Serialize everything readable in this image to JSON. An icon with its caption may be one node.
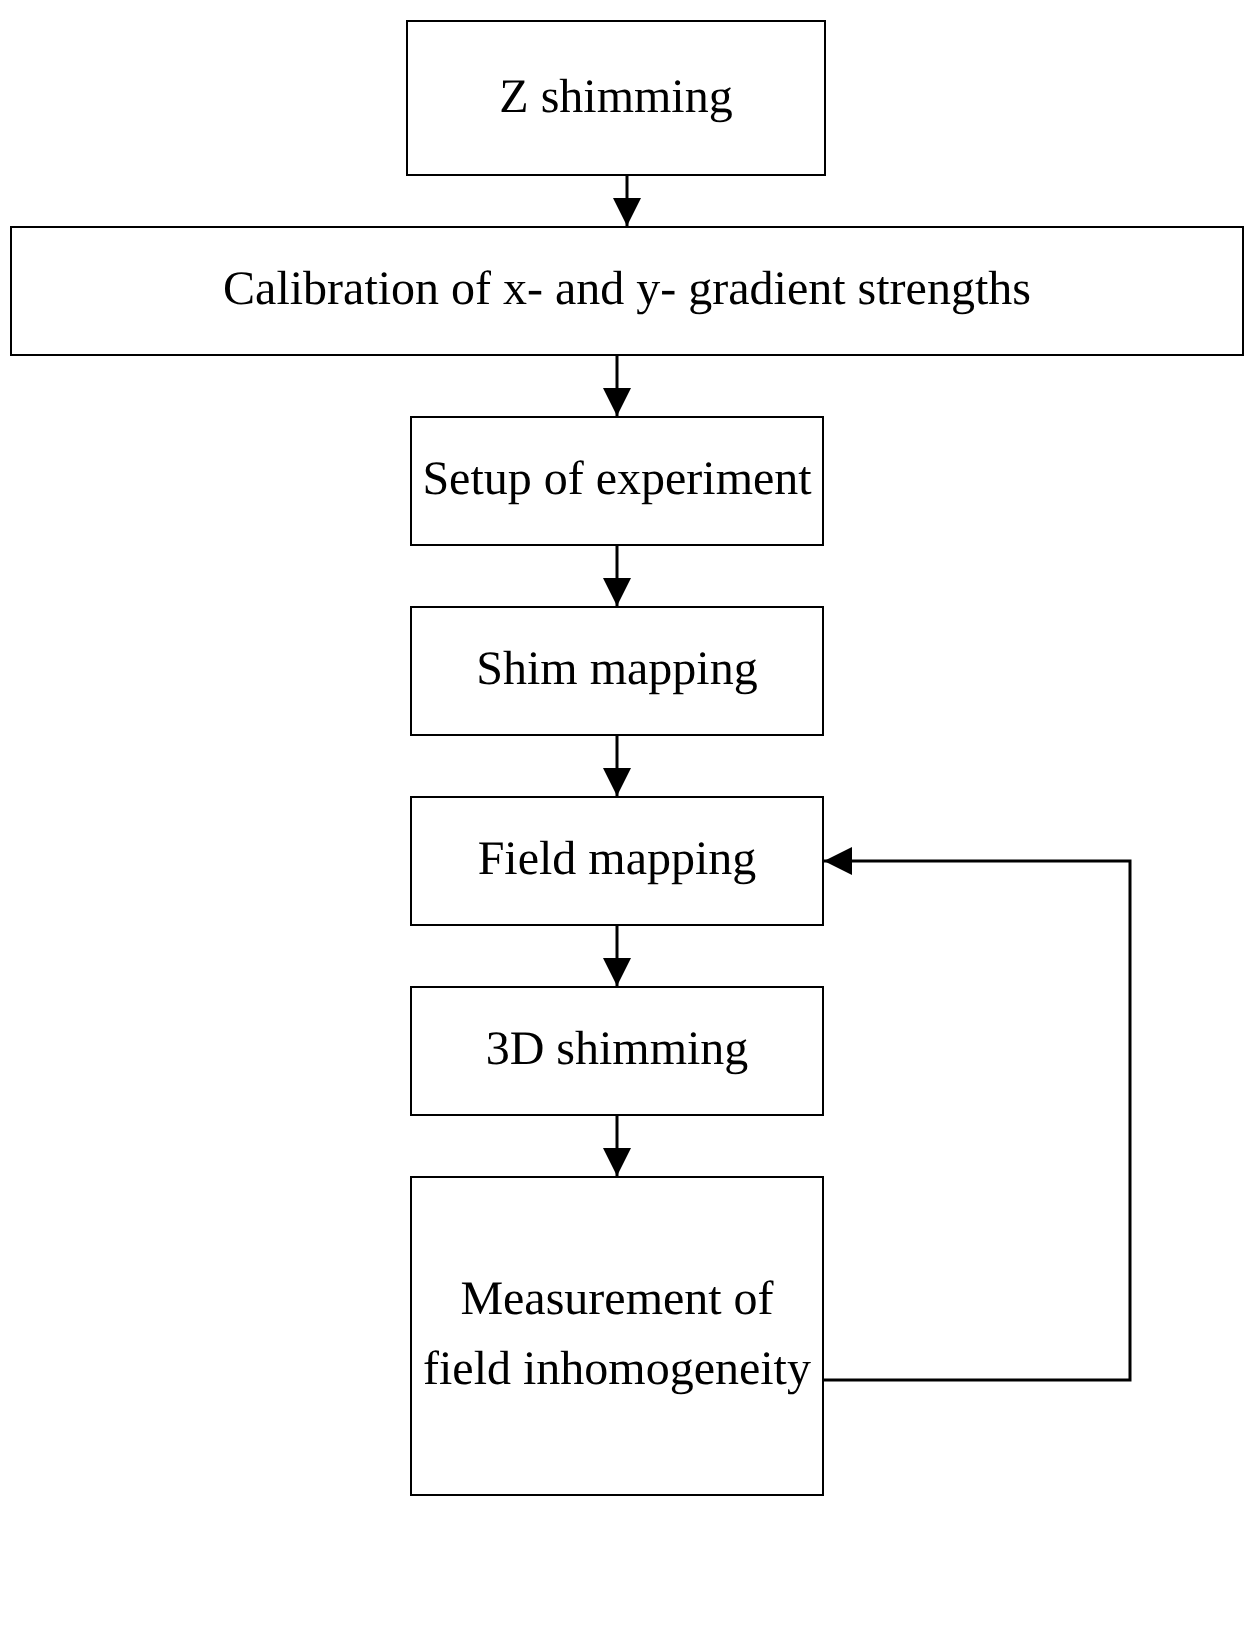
{
  "diagram": {
    "nodes": [
      {
        "text": [
          "Z shimming"
        ]
      },
      {
        "text": [
          "Calibration of x- and y- gradient strengths"
        ]
      },
      {
        "text": [
          "Setup of experiment"
        ]
      },
      {
        "text": [
          "Shim mapping"
        ]
      },
      {
        "text": [
          "Field mapping"
        ]
      },
      {
        "text": [
          "3D shimming"
        ]
      },
      {
        "text": [
          "Measurement of field inhomogeneity"
        ]
      }
    ],
    "edges": [
      {
        "from": 0,
        "to": 1,
        "arrow": "to"
      },
      {
        "from": 1,
        "to": 2,
        "arrow": "to"
      },
      {
        "from": 2,
        "to": 3,
        "arrow": "to"
      },
      {
        "from": 3,
        "to": 4,
        "arrow": "to"
      },
      {
        "from": 4,
        "to": 5,
        "arrow": "to"
      },
      {
        "from": 5,
        "to": 6,
        "arrow": "to"
      },
      {
        "from": 6,
        "to": 4,
        "arrow": "to"
      }
    ]
  }
}
